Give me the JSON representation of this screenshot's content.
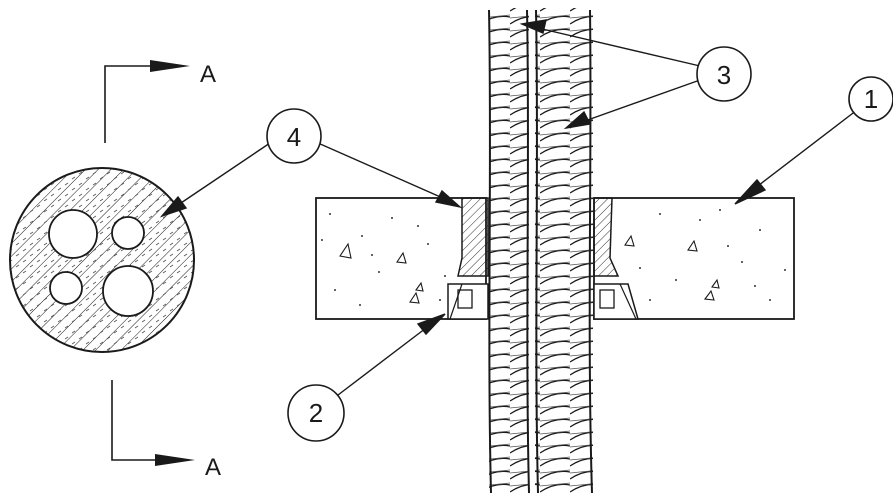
{
  "section_marks": {
    "top": "A",
    "bottom": "A"
  },
  "callouts": [
    {
      "id": "callout-1",
      "label": "1"
    },
    {
      "id": "callout-2",
      "label": "2"
    },
    {
      "id": "callout-3",
      "label": "3"
    },
    {
      "id": "callout-4",
      "label": "4"
    }
  ],
  "colors": {
    "line": "#1a1a1a",
    "background": "#ffffff"
  }
}
